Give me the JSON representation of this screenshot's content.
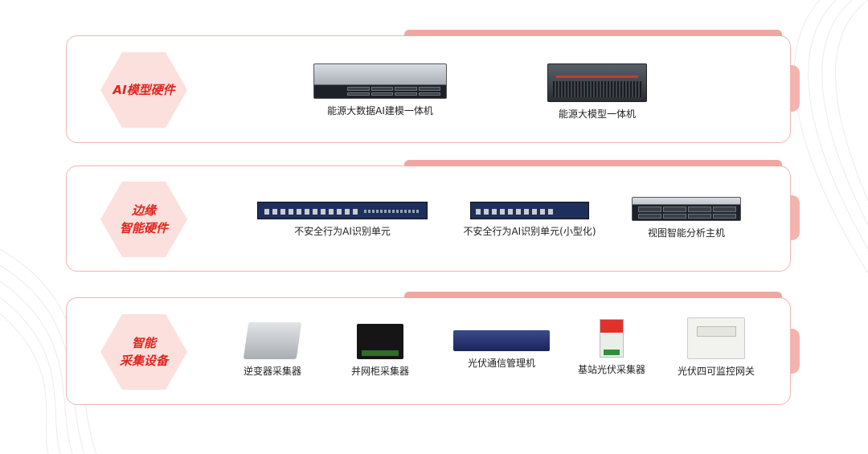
{
  "colors": {
    "accent_red": "#e0251c",
    "panel_border": "#f0b7b3",
    "hex_fill": "#fbe0dd",
    "tab_fill": "#f2a6a1"
  },
  "sections": [
    {
      "title": "AI模型硬件",
      "products": [
        {
          "name": "能源大数据AI建模一体机",
          "icon": "rack-server-icon"
        },
        {
          "name": "能源大模型一体机",
          "icon": "dark-server-icon"
        }
      ]
    },
    {
      "title": "边缘\n智能硬件",
      "products": [
        {
          "name": "不安全行为AI识别单元",
          "icon": "edge-unit-icon"
        },
        {
          "name": "不安全行为AI识别单元(小型化)",
          "icon": "edge-unit-small-icon"
        },
        {
          "name": "视图智能分析主机",
          "icon": "analysis-server-icon"
        }
      ]
    },
    {
      "title": "智能\n采集设备",
      "products": [
        {
          "name": "逆变器采集器",
          "icon": "inverter-collector-icon"
        },
        {
          "name": "并网柜采集器",
          "icon": "grid-cabinet-collector-icon"
        },
        {
          "name": "光伏通信管理机",
          "icon": "pv-comm-manager-icon"
        },
        {
          "name": "基站光伏采集器",
          "icon": "base-station-collector-icon"
        },
        {
          "name": "光伏四可监控网关",
          "icon": "pv-gateway-icon"
        }
      ]
    }
  ]
}
